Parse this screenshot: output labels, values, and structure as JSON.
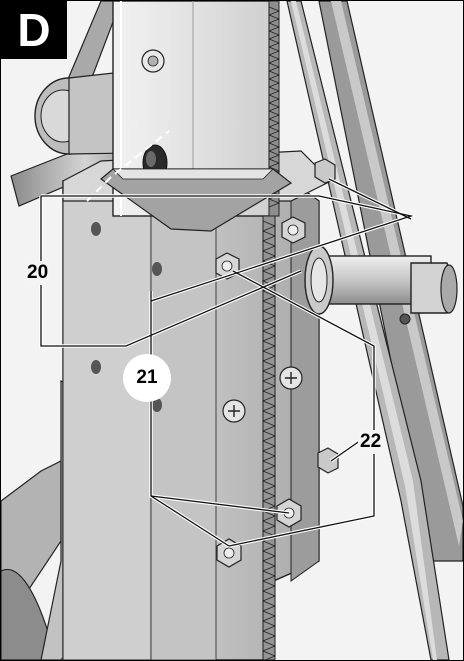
{
  "figure": {
    "panel_label": "D",
    "callouts": {
      "c20": "20",
      "c21": "21",
      "c22": "22"
    }
  }
}
